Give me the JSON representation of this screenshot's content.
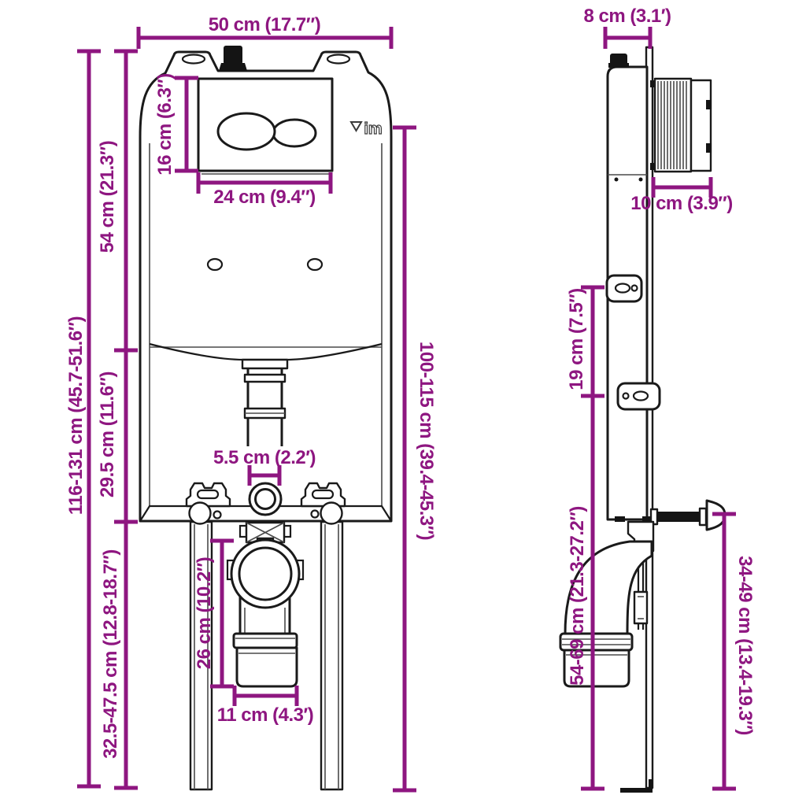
{
  "colors": {
    "accent": "#8E1680",
    "ink": "#1A1A1A"
  },
  "logo": {
    "mark": "▽",
    "text": "im"
  },
  "front_view": {
    "dimensions": {
      "frame_width": "50 cm (17.7″)",
      "plate_height": "16 cm (6.3″)",
      "plate_width": "24 cm (9.4″)",
      "tank_section_height": "54 cm (21.3″)",
      "total_height": "116-131 cm (45.7-51.6″)",
      "mid_section_height": "29.5 cm (11.6″)",
      "lower_section_height": "32.5-47.5 cm (12.8-18.7″)",
      "install_height": "100-115 cm (39.4-45.3″)",
      "inlet_size": "5.5 cm (2.2′)",
      "drain_pipe_height": "26 cm (10.2″)",
      "drain_pipe_width": "11 cm (4.3′)"
    }
  },
  "side_view": {
    "dimensions": {
      "frame_depth": "8 cm (3.1′)",
      "housing_depth": "10 cm (3.9″)",
      "bracket_spacing": "19 cm (7.5″)",
      "outlet_height": "54-69 cm (21.3-27.2″)",
      "rod_height": "34-49 cm (13.4-19.3″)"
    }
  }
}
